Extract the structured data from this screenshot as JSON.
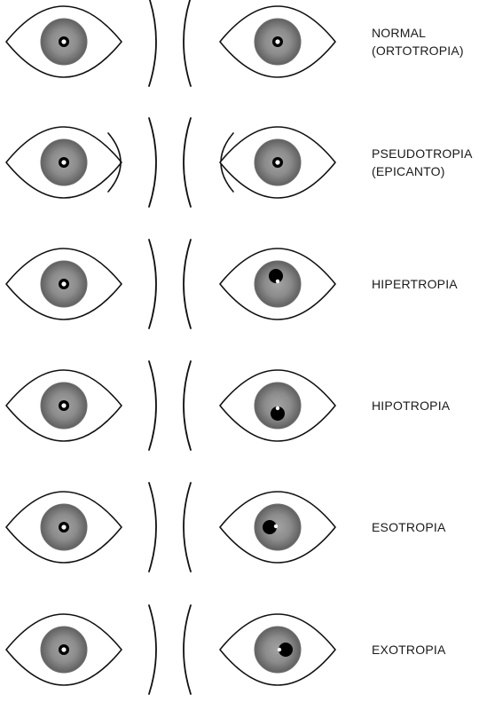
{
  "colors": {
    "outline": "#111111",
    "iris_outer": "#6f6f6f",
    "iris_inner": "#9a9a9a",
    "pupil": "#000000",
    "reflex": "#ffffff",
    "background": "#ffffff"
  },
  "icons": {
    "eye": "eye-icon",
    "nose_bracket": "nose-bridge-line"
  },
  "rows": [
    {
      "label_lines": [
        "NORMAL",
        "(ORTOTROPIA)"
      ],
      "epicanthus": false,
      "right_eye_pupil": "centered"
    },
    {
      "label_lines": [
        "PSEUDOTROPIA",
        "(EPICANTO)"
      ],
      "epicanthus": true,
      "right_eye_pupil": "centered"
    },
    {
      "label_lines": [
        "HIPERTROPIA"
      ],
      "epicanthus": false,
      "right_eye_pupil": "up"
    },
    {
      "label_lines": [
        "HIPOTROPIA"
      ],
      "epicanthus": false,
      "right_eye_pupil": "down"
    },
    {
      "label_lines": [
        "ESOTROPIA"
      ],
      "epicanthus": false,
      "right_eye_pupil": "inward"
    },
    {
      "label_lines": [
        "EXOTROPIA"
      ],
      "epicanthus": false,
      "right_eye_pupil": "outward"
    }
  ]
}
